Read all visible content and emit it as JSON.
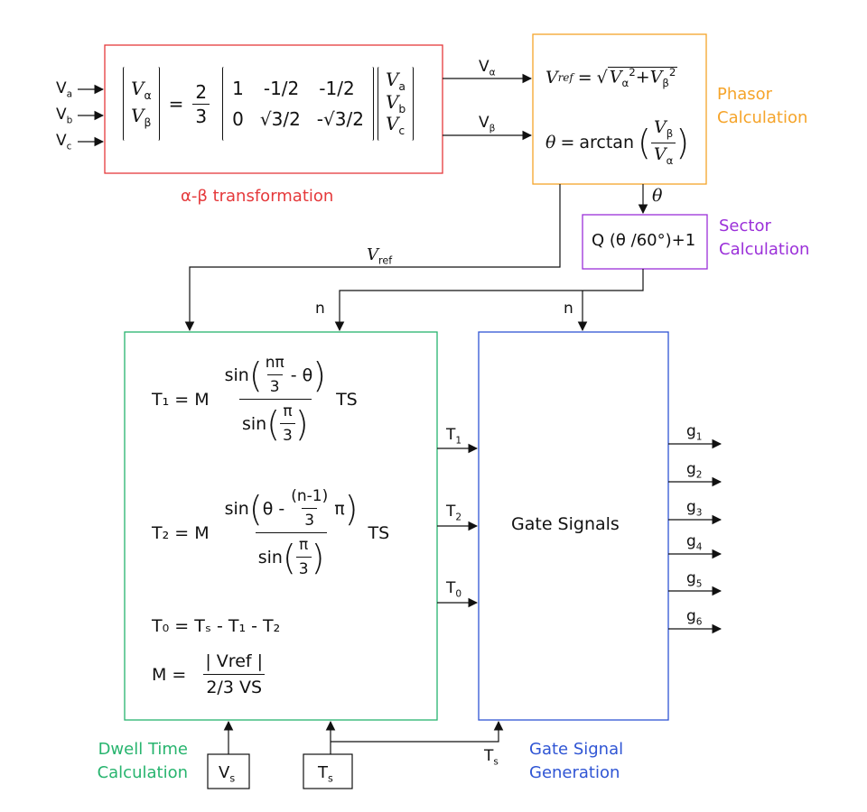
{
  "inputs": {
    "va": "V",
    "va_sub": "a",
    "vb": "V",
    "vb_sub": "b",
    "vc": "V",
    "vc_sub": "c"
  },
  "alpha_beta": {
    "caption": "α-β  transformation",
    "lhs_alpha": "V",
    "lhs_alpha_sub": "α",
    "lhs_beta": "V",
    "lhs_beta_sub": "β",
    "equals": "=",
    "frac_num": "2",
    "frac_den": "3",
    "matrix_row1": [
      "1",
      "-1/2",
      "-1/2"
    ],
    "matrix_row2": [
      "0",
      "√3/2",
      "-√3/2"
    ],
    "rhs": [
      "a",
      "b",
      "c"
    ],
    "color": "#e5393b"
  },
  "signals": {
    "v_alpha": "V",
    "v_alpha_sub": "α",
    "v_beta": "V",
    "v_beta_sub": "β",
    "theta": "θ",
    "vref": "V",
    "vref_sub": "ref",
    "n_left": "n",
    "n_right": "n",
    "t1": "T",
    "t1_sub": "1",
    "t2": "T",
    "t2_sub": "2",
    "t0": "T",
    "t0_sub": "0",
    "ts_label": "T",
    "ts_sub": "s"
  },
  "phasor": {
    "caption_line1": "Phasor",
    "caption_line2": "Calculation",
    "vref_lhs": "V",
    "vref_lhs_sub": "ref",
    "theta_lhs": "θ",
    "arctan": "arctan",
    "color": "#f5a42a"
  },
  "sector": {
    "caption_line1": "Sector",
    "caption_line2": "Calculation",
    "formula": "Q (θ /60°)+1",
    "color": "#9b30d9"
  },
  "dwell": {
    "caption_line1": "Dwell Time",
    "caption_line2": "Calculation",
    "t1_lhs": "T₁ = M",
    "t1_num_a": "sin",
    "t1_num_frac_num": "nπ",
    "t1_num_frac_den": "3",
    "t1_num_tail": "- θ",
    "t1_den": "sin",
    "t1_den_frac_num": "π",
    "t1_den_frac_den": "3",
    "ts_tail": "TS",
    "t2_lhs": "T₂ = M",
    "t2_num_a": "sin",
    "t2_num_head": "θ -",
    "t2_num_frac_num": "(n-1)",
    "t2_num_frac_den": "3",
    "t2_num_tail": "π",
    "t2_den": "sin",
    "t2_den_frac_num": "π",
    "t2_den_frac_den": "3",
    "t0_eq": "T₀ = Tₛ - T₁ - T₂",
    "m_lhs": "M =",
    "m_num": "| Vref |",
    "m_den": "2/3 VS",
    "color": "#27b46e"
  },
  "gate": {
    "title": "Gate Signals",
    "caption_line1": "Gate Signal",
    "caption_line2": "Generation",
    "outputs": [
      "g",
      "g",
      "g",
      "g",
      "g",
      "g"
    ],
    "output_subs": [
      "1",
      "2",
      "3",
      "4",
      "5",
      "6"
    ],
    "color": "#2f55d4"
  },
  "sources": {
    "vs": "V",
    "vs_sub": "s",
    "ts": "T",
    "ts_sub": "s"
  }
}
